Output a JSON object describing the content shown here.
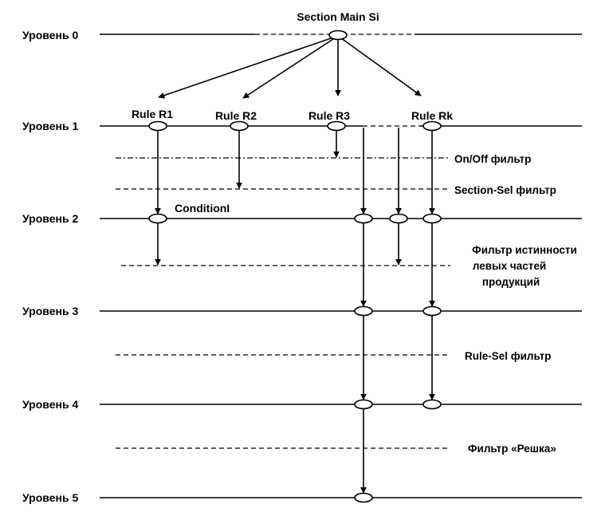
{
  "top_node": "Section Main Si",
  "levels": [
    "Уровень 0",
    "Уровень 1",
    "Уровень 2",
    "Уровень 3",
    "Уровень 4",
    "Уровень 5"
  ],
  "rules": [
    "Rule R1",
    "Rule R2",
    "Rule R3",
    "Rule Rk"
  ],
  "condition_label": "ConditionI",
  "filters": {
    "on_off": "On/Off фильтр",
    "section_sel": "Section-Sel фильтр",
    "truth_line1": "Фильтр истинности",
    "truth_line2": "левых частей",
    "truth_line3": "продукций",
    "rule_sel": "Rule-Sel фильтр",
    "reshka": "Фильтр «Решка»"
  }
}
